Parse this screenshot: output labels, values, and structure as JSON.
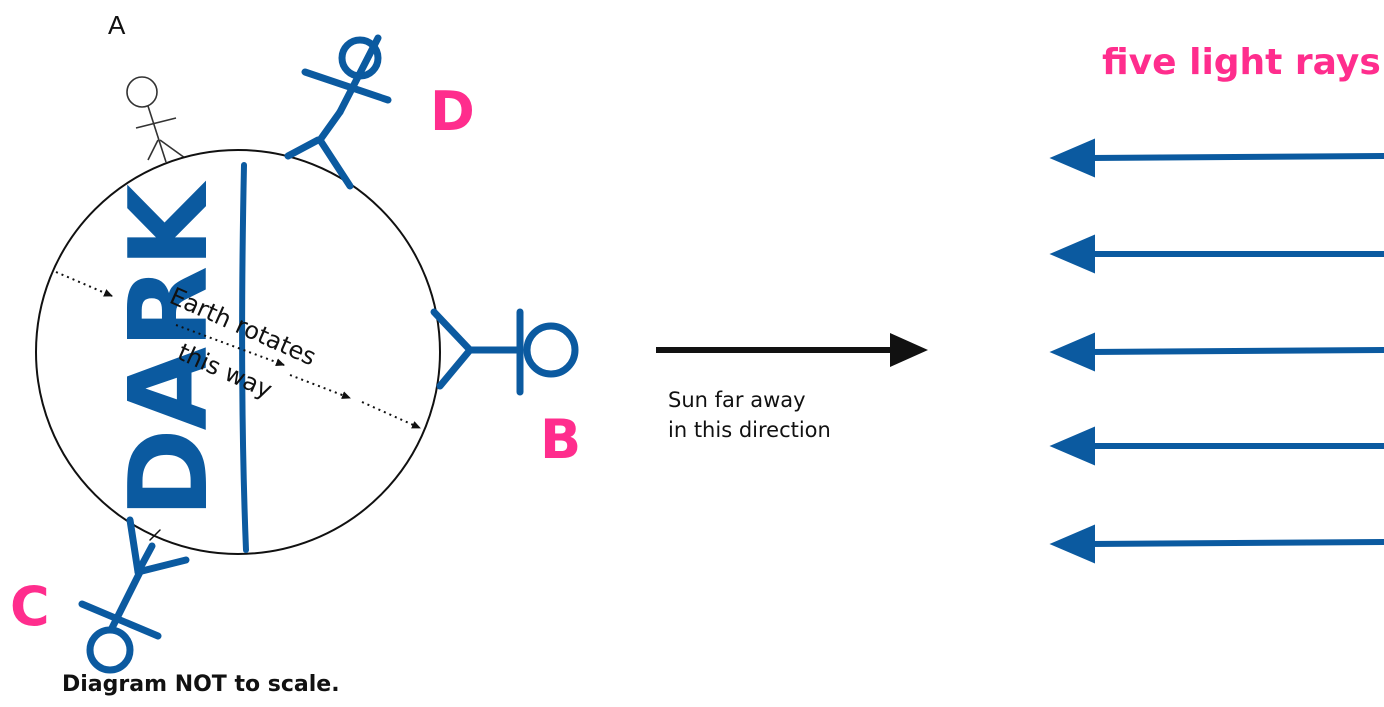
{
  "labels": {
    "person_a": "A",
    "person_b": "B",
    "person_c": "C",
    "person_d": "D",
    "dark": "DARK",
    "rotation_line1": "Earth rotates",
    "rotation_line2": "this way",
    "sun_line1": "Sun far away",
    "sun_line2": "in this direction",
    "rays_title": "five light rays",
    "footnote_prefix": "Diagram ",
    "footnote_strong": "NOT",
    "footnote_suffix": " to scale."
  },
  "colors": {
    "accent_blue": "#0b5aa0",
    "accent_pink": "#ff2d8d",
    "ink": "#111111",
    "outline": "#333333"
  }
}
